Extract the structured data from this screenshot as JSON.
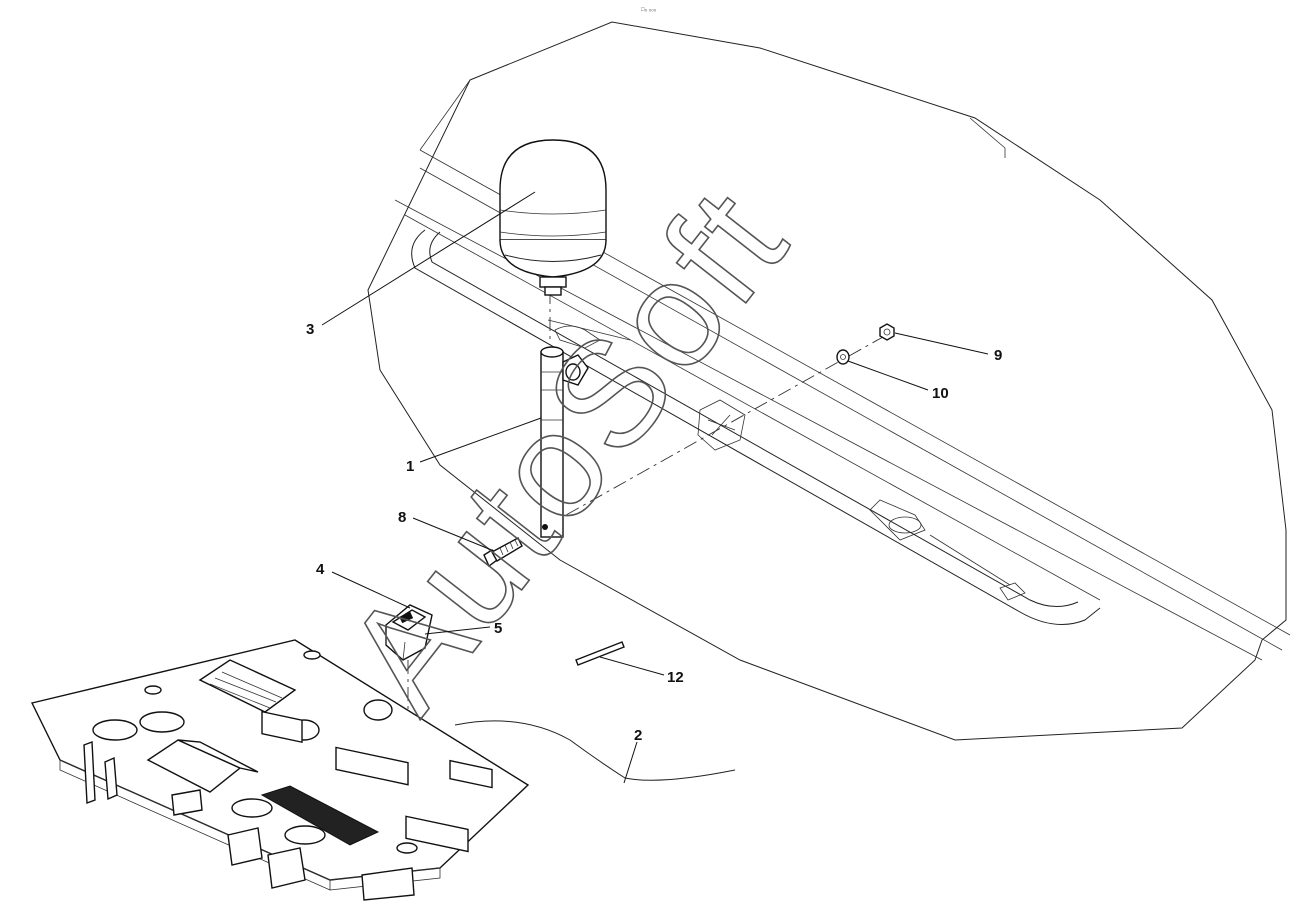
{
  "header": {
    "ref_code": "□₀ ₀₀₀"
  },
  "watermark": {
    "text": "AutoSoft"
  },
  "callouts": [
    {
      "id": "c1",
      "label": "1"
    },
    {
      "id": "c2",
      "label": "2"
    },
    {
      "id": "c3",
      "label": "3"
    },
    {
      "id": "c4",
      "label": "4"
    },
    {
      "id": "c5",
      "label": "5"
    },
    {
      "id": "c8",
      "label": "8"
    },
    {
      "id": "c9",
      "label": "9"
    },
    {
      "id": "c10",
      "label": "10"
    },
    {
      "id": "c12",
      "label": "12"
    }
  ]
}
